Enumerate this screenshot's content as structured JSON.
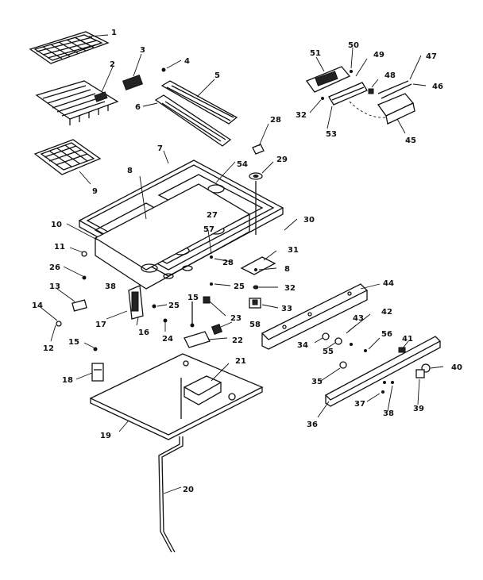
{
  "diagram": {
    "labels": {
      "p1": "1",
      "p2": "2",
      "p3": "3",
      "p4": "4",
      "p5": "5",
      "p6": "6",
      "p7": "7",
      "p8a": "8",
      "p8b": "8",
      "p9": "9",
      "p10": "10",
      "p11": "11",
      "p12": "12",
      "p13": "13",
      "p14": "14",
      "p15a": "15",
      "p15b": "15",
      "p16": "16",
      "p17": "17",
      "p18": "18",
      "p19": "19",
      "p20": "20",
      "p21": "21",
      "p22": "22",
      "p23": "23",
      "p24": "24",
      "p25a": "25",
      "p25b": "25",
      "p26": "26",
      "p27": "27",
      "p28a": "28",
      "p28b": "28",
      "p29": "29",
      "p30": "30",
      "p31": "31",
      "p32a": "32",
      "p32b": "32",
      "p33": "33",
      "p34": "34",
      "p35": "35",
      "p36": "36",
      "p37": "37",
      "p38a": "38",
      "p38b": "38",
      "p39": "39",
      "p40": "40",
      "p41": "41",
      "p42": "42",
      "p43": "43",
      "p44": "44",
      "p45": "45",
      "p46": "46",
      "p47": "47",
      "p48": "48",
      "p49": "49",
      "p50": "50",
      "p51": "51",
      "p53": "53",
      "p54": "54",
      "p55": "55",
      "p56": "56",
      "p57": "57",
      "p58": "58"
    }
  }
}
